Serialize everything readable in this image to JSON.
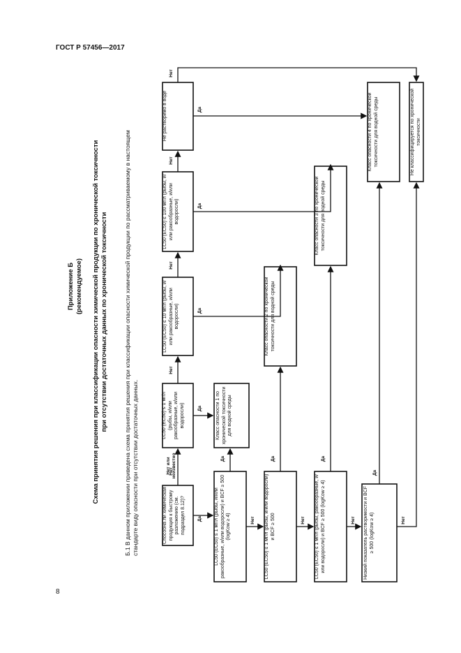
{
  "header": "ГОСТ Р 57456—2017",
  "page_number": "8",
  "appendix": {
    "title": "Приложение Б",
    "subtitle": "(рекомендуемое)",
    "heading_line1": "Схема принятия решения при классификации опасности химической продукции по хронической токсичности",
    "heading_line2": "при отсутствии достаточных данных по хронической токсичности"
  },
  "paragraph": {
    "line1": "Б.1 В данном приложении приведена схема принятия решения при классификации опасности химической продукции по рассматриваемому в настоящем",
    "line2": "стандарте виду опасности при отсутствии достаточных данных."
  },
  "boxes": {
    "q1": "Способна ли химическая продукция к быстрому разложению (см. подраздел 8.12)?",
    "q2": "LC50 (EC50) ≤ 1 мг/л (рыбы, и/или ракообразные, и/или водоросли)",
    "q3": "LC50 (EC50) ≤ 10 мг/л (рыбы, и/или ракообразные, и/или водоросли)",
    "q4": "LC50 (EC50) ≤ 100 мг/л (рыбы, и/или ракообразные, и/или водоросли)",
    "q5": "Не растворимо в воде",
    "r1": "LC50 (EC50) ≤ 1 мг/л (рыбы, и/или ракообразные, и/или водоросли) и BCF ≥ 500 (logKow ≥ 4)",
    "r2": "LC50 (EC50) ≤ 1 мг/л (рыбы, и/или водоросли) и BCF ≥ 500",
    "r3": "LC50 (EC50) ≤ 1 мг/л (рыбы, ракообразные, и/или водоросли) и BCF ≥ 500 (logKow ≥ 4)",
    "r4": "Низкий показатель растворимости и BCF ≥ 500 (logKow ≥ 4)",
    "c1": "Класс опасности 1 по хронической токсичности для водной среды",
    "c2": "Класс опасности 2 по хронической токсичности для водной среды",
    "c3": "Класс опасности 3 по хронической токсичности для водной среды",
    "c4": "Класс опасности 4 по хронической токсичности для водной среды",
    "nc": "Не классифицируется по хронической токсичности"
  },
  "labels": {
    "yes": "Да",
    "no": "Нет",
    "no_or_unknown": "Нет или неизвестно"
  }
}
